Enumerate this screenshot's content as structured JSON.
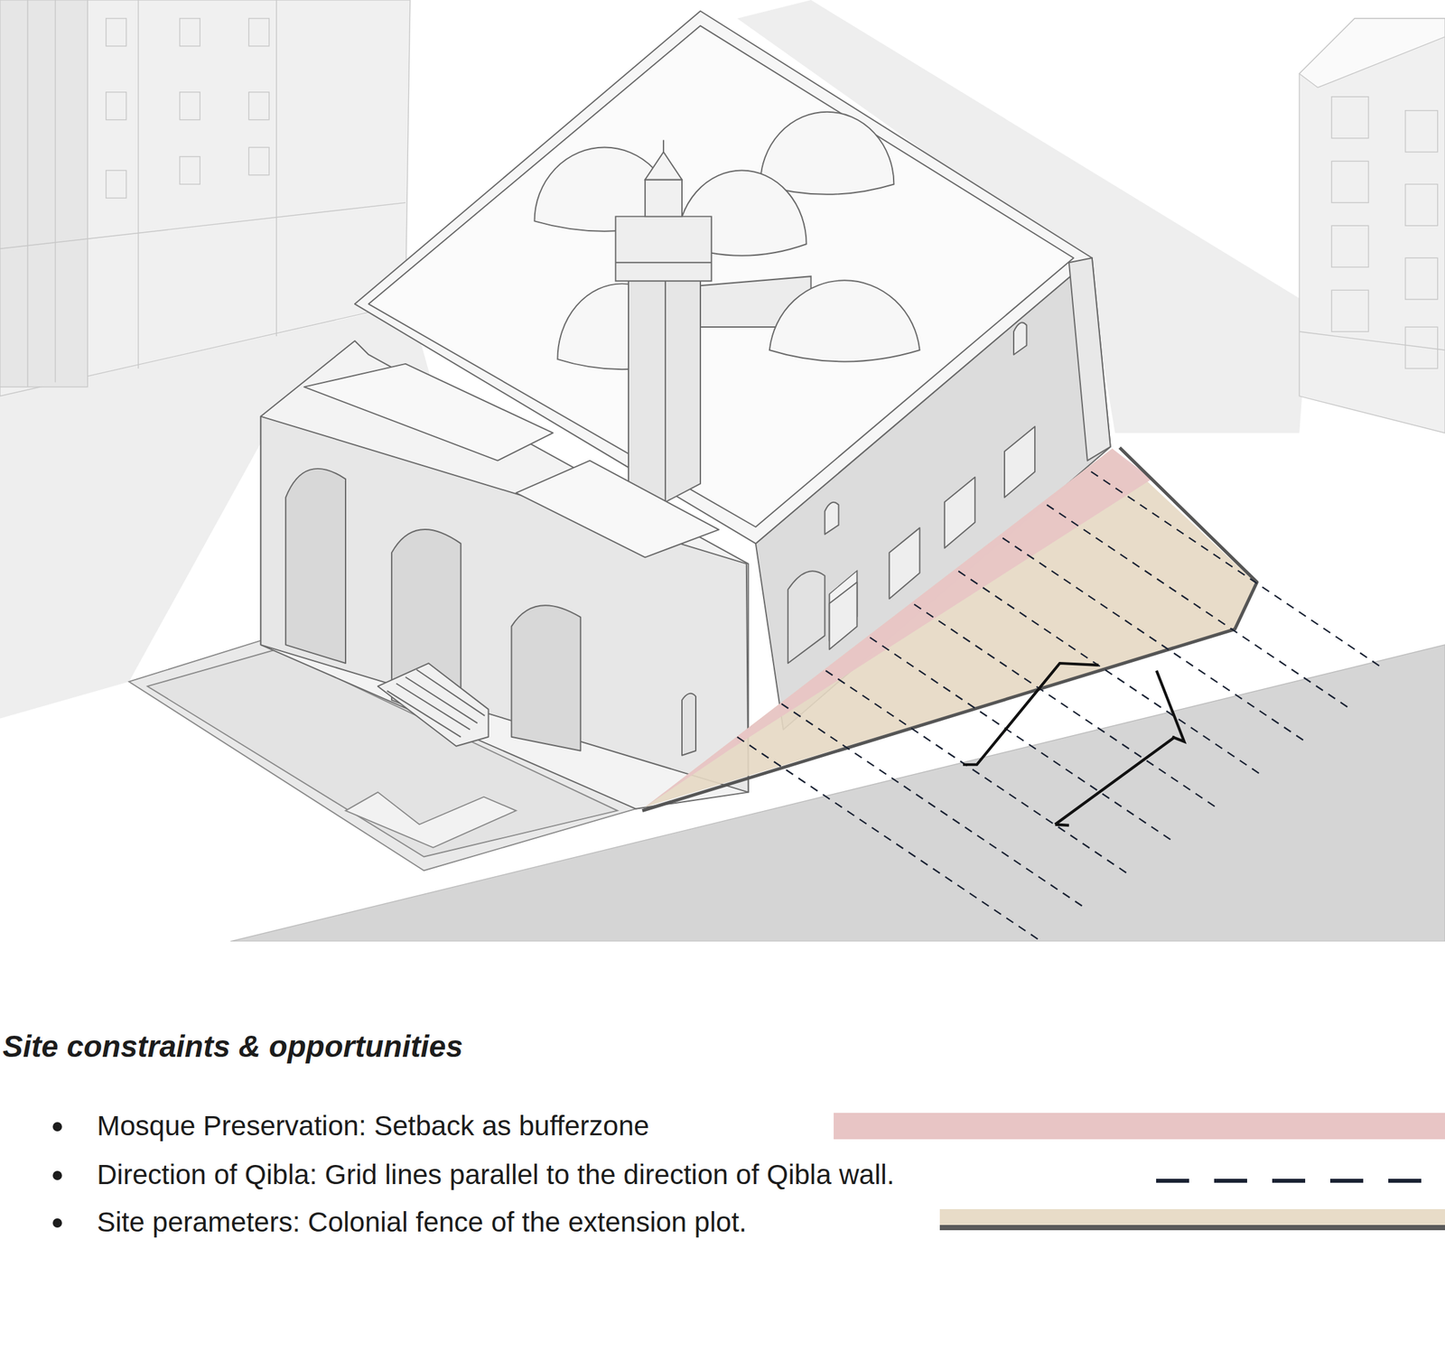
{
  "diagram": {
    "title": "Site constraints & opportunities",
    "legend": [
      {
        "text": "Mosque Preservation: Setback as bufferzone",
        "color": "#e8c5c5"
      },
      {
        "text": "Direction of Qibla: Grid lines parallel to the direction of Qibla wall."
      },
      {
        "text": "Site perameters: Colonial fence of the extension plot.",
        "color": "#e8dcc8"
      }
    ]
  }
}
